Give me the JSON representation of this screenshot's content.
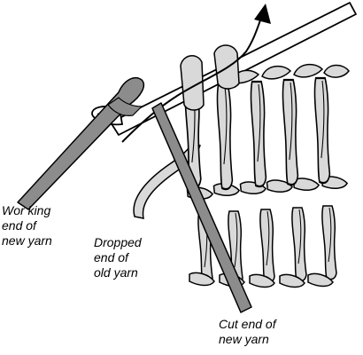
{
  "labels": {
    "working_end": [
      "Wor king",
      "end of",
      "new yarn"
    ],
    "dropped_end": [
      "Dropped",
      "end of",
      "old yarn"
    ],
    "cut_end": [
      "Cut end of",
      "new yarn"
    ]
  },
  "colors": {
    "yarn_fill": "#d9d9d9",
    "new_yarn": "#8c8c8c",
    "outline": "#000000",
    "background": "#ffffff"
  }
}
